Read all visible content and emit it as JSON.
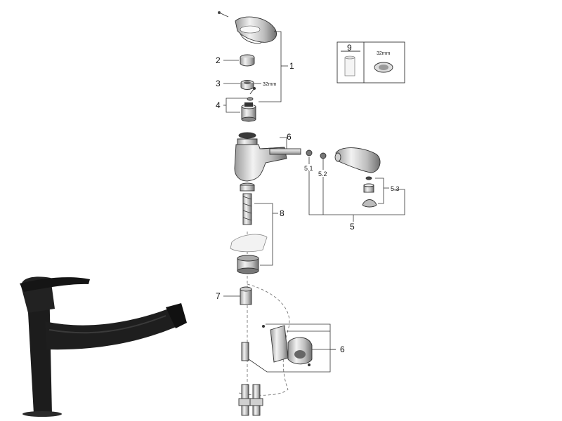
{
  "callouts": {
    "c1": "1",
    "c2": "2",
    "c3": "3",
    "c4": "4",
    "c5": "5",
    "c5_1": "5.1",
    "c5_2": "5.2",
    "c5_3": "5.3",
    "c6_top": "6",
    "c6_bottom": "6",
    "c7": "7",
    "c8": "8",
    "c9": "9"
  },
  "dimensions": {
    "nut_size": "32mm",
    "inset_size": "32mm"
  },
  "colors": {
    "line": "#333333",
    "chrome_light": "#e6e6e6",
    "chrome_mid": "#b8b8b8",
    "chrome_dark": "#555555",
    "faucet_black": "#1c1c1c"
  }
}
